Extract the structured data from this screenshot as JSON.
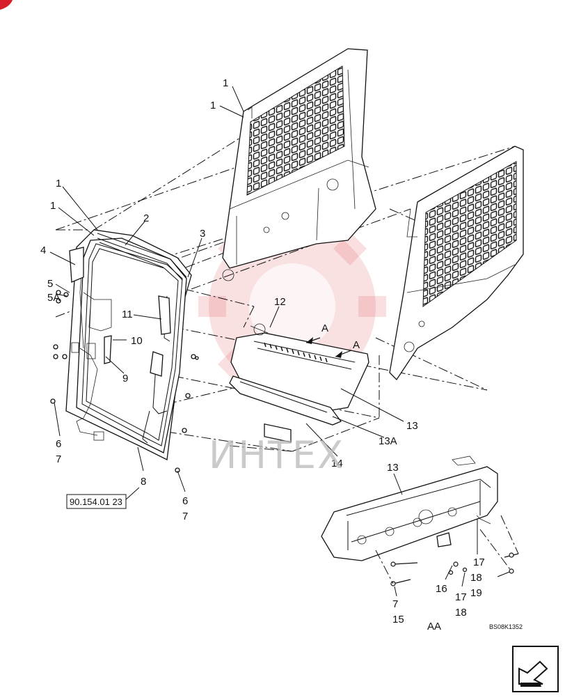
{
  "diagram": {
    "callouts": {
      "c1a": "1",
      "c1b": "1",
      "c1c": "1",
      "c1d": "1",
      "c2": "2",
      "c3": "3",
      "c4": "4",
      "c5": "5",
      "c5a": "5A",
      "c6a": "6",
      "c7a": "7",
      "c6b": "6",
      "c7b": "7",
      "c8": "8",
      "c9": "9",
      "c10": "10",
      "c11": "11",
      "c12": "12",
      "c13a": "13",
      "c13b": "13",
      "c13A": "13A",
      "c14": "14",
      "c15": "15",
      "c16": "16",
      "c17a": "17",
      "c17b": "17",
      "c18a": "18",
      "c18b": "18",
      "c19": "19",
      "c7c": "7",
      "viewA1": "A",
      "viewA2": "A"
    },
    "reference_box": "90.154.01 23",
    "view_label": "AA",
    "drawing_id": "BS08K1352",
    "watermark_text": "ИНТЕХ",
    "accent_color": "#e0555b"
  }
}
